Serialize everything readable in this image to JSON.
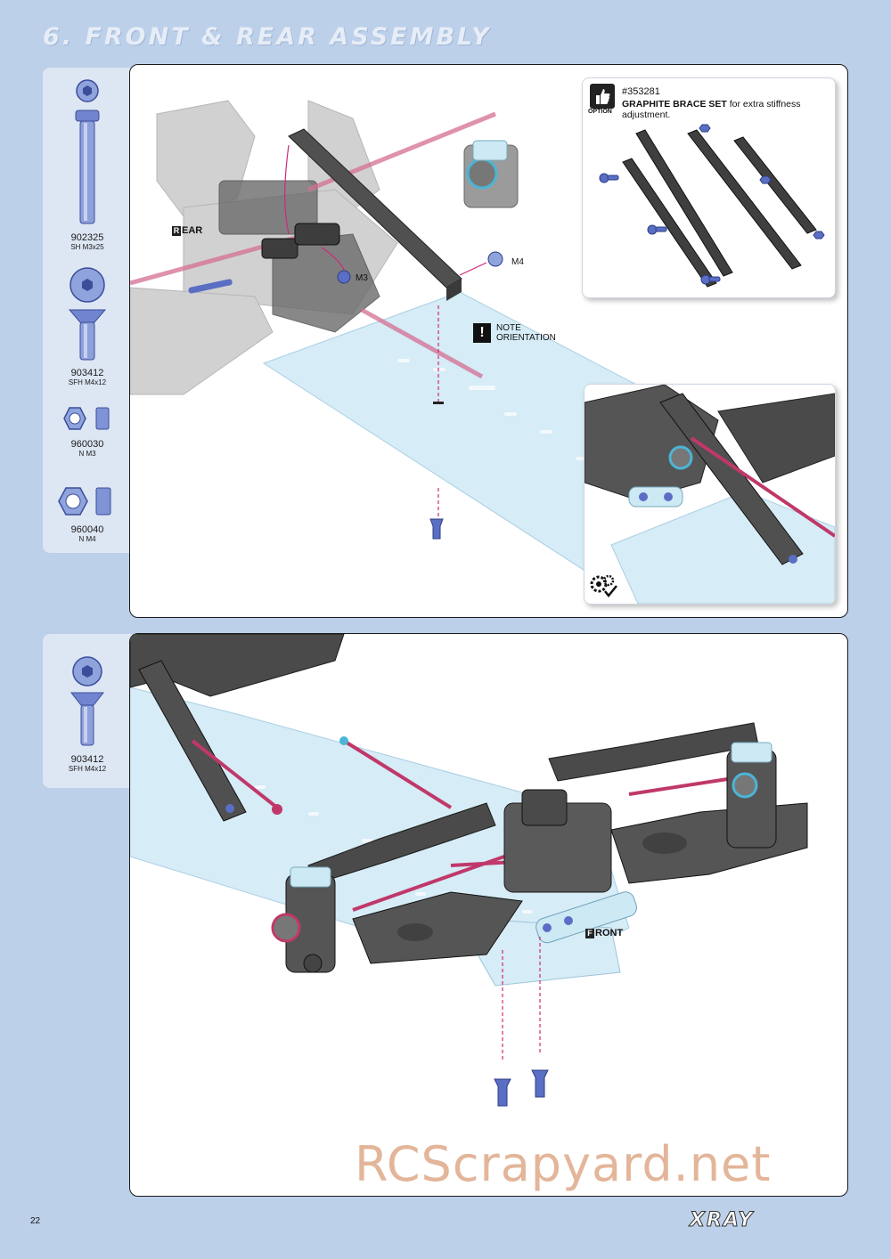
{
  "page": {
    "title": "6. FRONT & REAR ASSEMBLY",
    "page_number": "22",
    "brand": "XRAY",
    "watermark": "RCScrapyard.net"
  },
  "colors": {
    "background": "#bcd0ea",
    "sidebar": "#dde6f3",
    "hardware_blue": "#5a6fc4",
    "rod_red": "#c0386a",
    "plate_blue": "#d6ecf6",
    "part_dark": "#4a4a4a"
  },
  "step1": {
    "parts": [
      {
        "code": "902325",
        "desc": "SH M3x25",
        "icon": "socket-head-screw-icon"
      },
      {
        "code": "903412",
        "desc": "SFH M4x12",
        "icon": "flat-head-screw-icon"
      },
      {
        "code": "960030",
        "desc": "N M3",
        "icon": "nut-icon"
      },
      {
        "code": "960040",
        "desc": "N M4",
        "icon": "nut-icon"
      }
    ],
    "labels": {
      "rear_first": "R",
      "rear_rest": "EAR",
      "m3": "M3",
      "m4": "M4",
      "note_line1": "NOTE",
      "note_line2": "ORIENTATION"
    },
    "option": {
      "label": "OPTION",
      "number": "#353281",
      "name": "GRAPHITE BRACE SET",
      "desc": "for extra stiffness adjustment."
    }
  },
  "step2": {
    "parts": [
      {
        "code": "903412",
        "desc": "SFH M4x12",
        "icon": "flat-head-screw-icon"
      }
    ],
    "labels": {
      "front_first": "F",
      "front_rest": "RONT"
    }
  }
}
